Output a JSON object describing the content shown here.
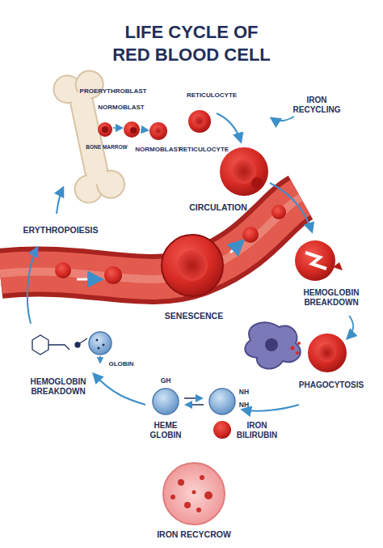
{
  "diagram": {
    "title": "LIFE CYCLE OF RED BLOOD CELL",
    "labels": [
      "PROERYTHROBLAST",
      "NORMOBLAST",
      "BONE MARROW",
      "NORMOBLAST",
      "RETICULOCYTE",
      "RETICULOCYTE",
      "IRON RECYCLING",
      "CIRCULATION",
      "ERYTHROPOIESIS",
      "SENESCENCE",
      "HEMOGLOBIN BREAKDOWN",
      "PHAGOCYTOSIS",
      "GLOBIN",
      "HEMOGLOBIN BREAKDOWN",
      "GH",
      "NH",
      "NH",
      "HEME GLOBIN",
      "IRON BILIRUBIN",
      "IRON RECYCROW"
    ]
  }
}
